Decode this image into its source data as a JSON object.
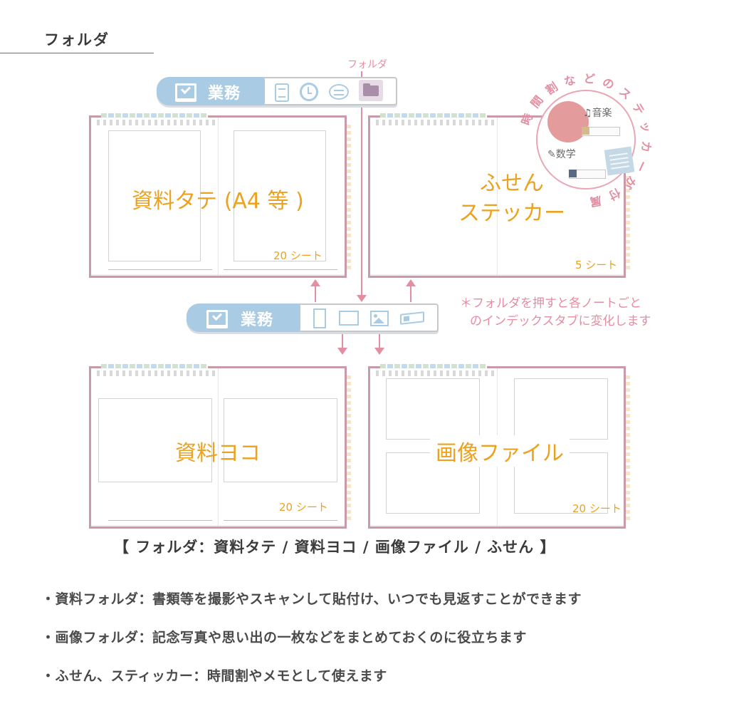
{
  "section": {
    "title": "フォルダ"
  },
  "callout": {
    "folder_label": "フォルダ"
  },
  "toolbar_top": {
    "label": "業務"
  },
  "toolbar_mid": {
    "label": "業務"
  },
  "notebooks": {
    "portrait": {
      "label": "資料タテ (A4 等 )",
      "count": "20 シート"
    },
    "sticky": {
      "label_line1": "ふせん",
      "label_line2": "ステッカー",
      "count": "5 シート"
    },
    "landscape": {
      "label": "資料ヨコ",
      "count": "20 シート"
    },
    "image": {
      "label": "画像ファイル",
      "count": "20 シート"
    }
  },
  "sticker_sample": {
    "arc_text": "時間割などのステッカーが付属",
    "music_label": "音楽",
    "math_label": "数学"
  },
  "note": {
    "line1": "＊フォルダを押すと各ノートごと",
    "line2": "のインデックスタブに変化します"
  },
  "caption": "【 フォルダ：資料タテ / 資料ヨコ / 画像ファイル / ふせん 】",
  "bullets": [
    "・資料フォルダ：書類等を撮影やスキャンして貼付け、いつでも見返すことができます",
    "・画像フォルダ：記念写真や思い出の一枚などをまとめておくのに役立ちます",
    "・ふせん、スティッカー：時間割やメモとして使えます"
  ],
  "colors": {
    "accent_orange": "#eba21f",
    "accent_pink": "#e48ea1",
    "tab_blue": "#a9cbe3",
    "book_border": "#c99ba9"
  },
  "icons": {
    "top_bar": [
      "checkmark-monitor-icon",
      "document-icon",
      "clock-icon",
      "chat-icon",
      "folder-icon"
    ],
    "mid_bar": [
      "checkmark-monitor-icon",
      "portrait-page-icon",
      "landscape-page-icon",
      "image-icon",
      "sticky-note-icon"
    ]
  }
}
